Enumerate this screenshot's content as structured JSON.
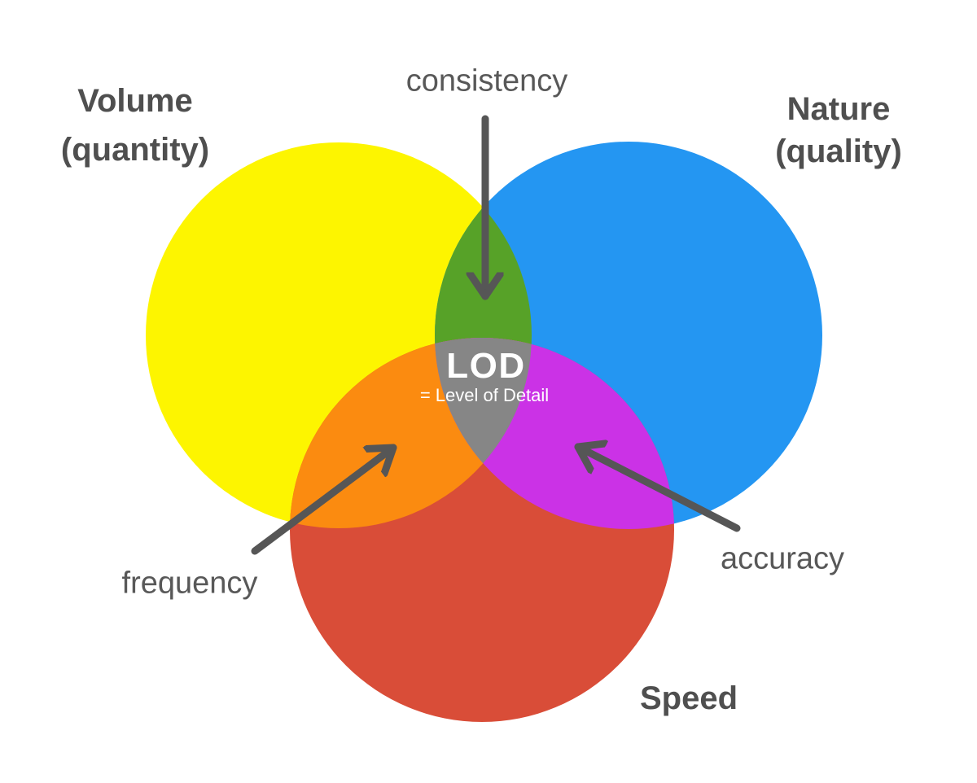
{
  "labels": {
    "volume_line1": "Volume",
    "volume_line2": "(quantity)",
    "nature_line1": "Nature",
    "nature_line2": "(quality)",
    "speed": "Speed",
    "consistency": "consistency",
    "frequency": "frequency",
    "accuracy": "accuracy",
    "center_title": "LOD",
    "center_subtitle": "= Level of Detail"
  },
  "colors": {
    "volume_circle": "#FDF500",
    "nature_circle": "#2496F2",
    "speed_circle": "#D94D38",
    "overlap_consistency": "#57A228",
    "overlap_frequency": "#FB8B10",
    "overlap_accuracy": "#CB32E6",
    "overlap_center": "#868686",
    "arrow": "#565656",
    "title_text": "#4F4F4F",
    "annotation_text": "#585858",
    "center_text": "#FFFFFF"
  }
}
